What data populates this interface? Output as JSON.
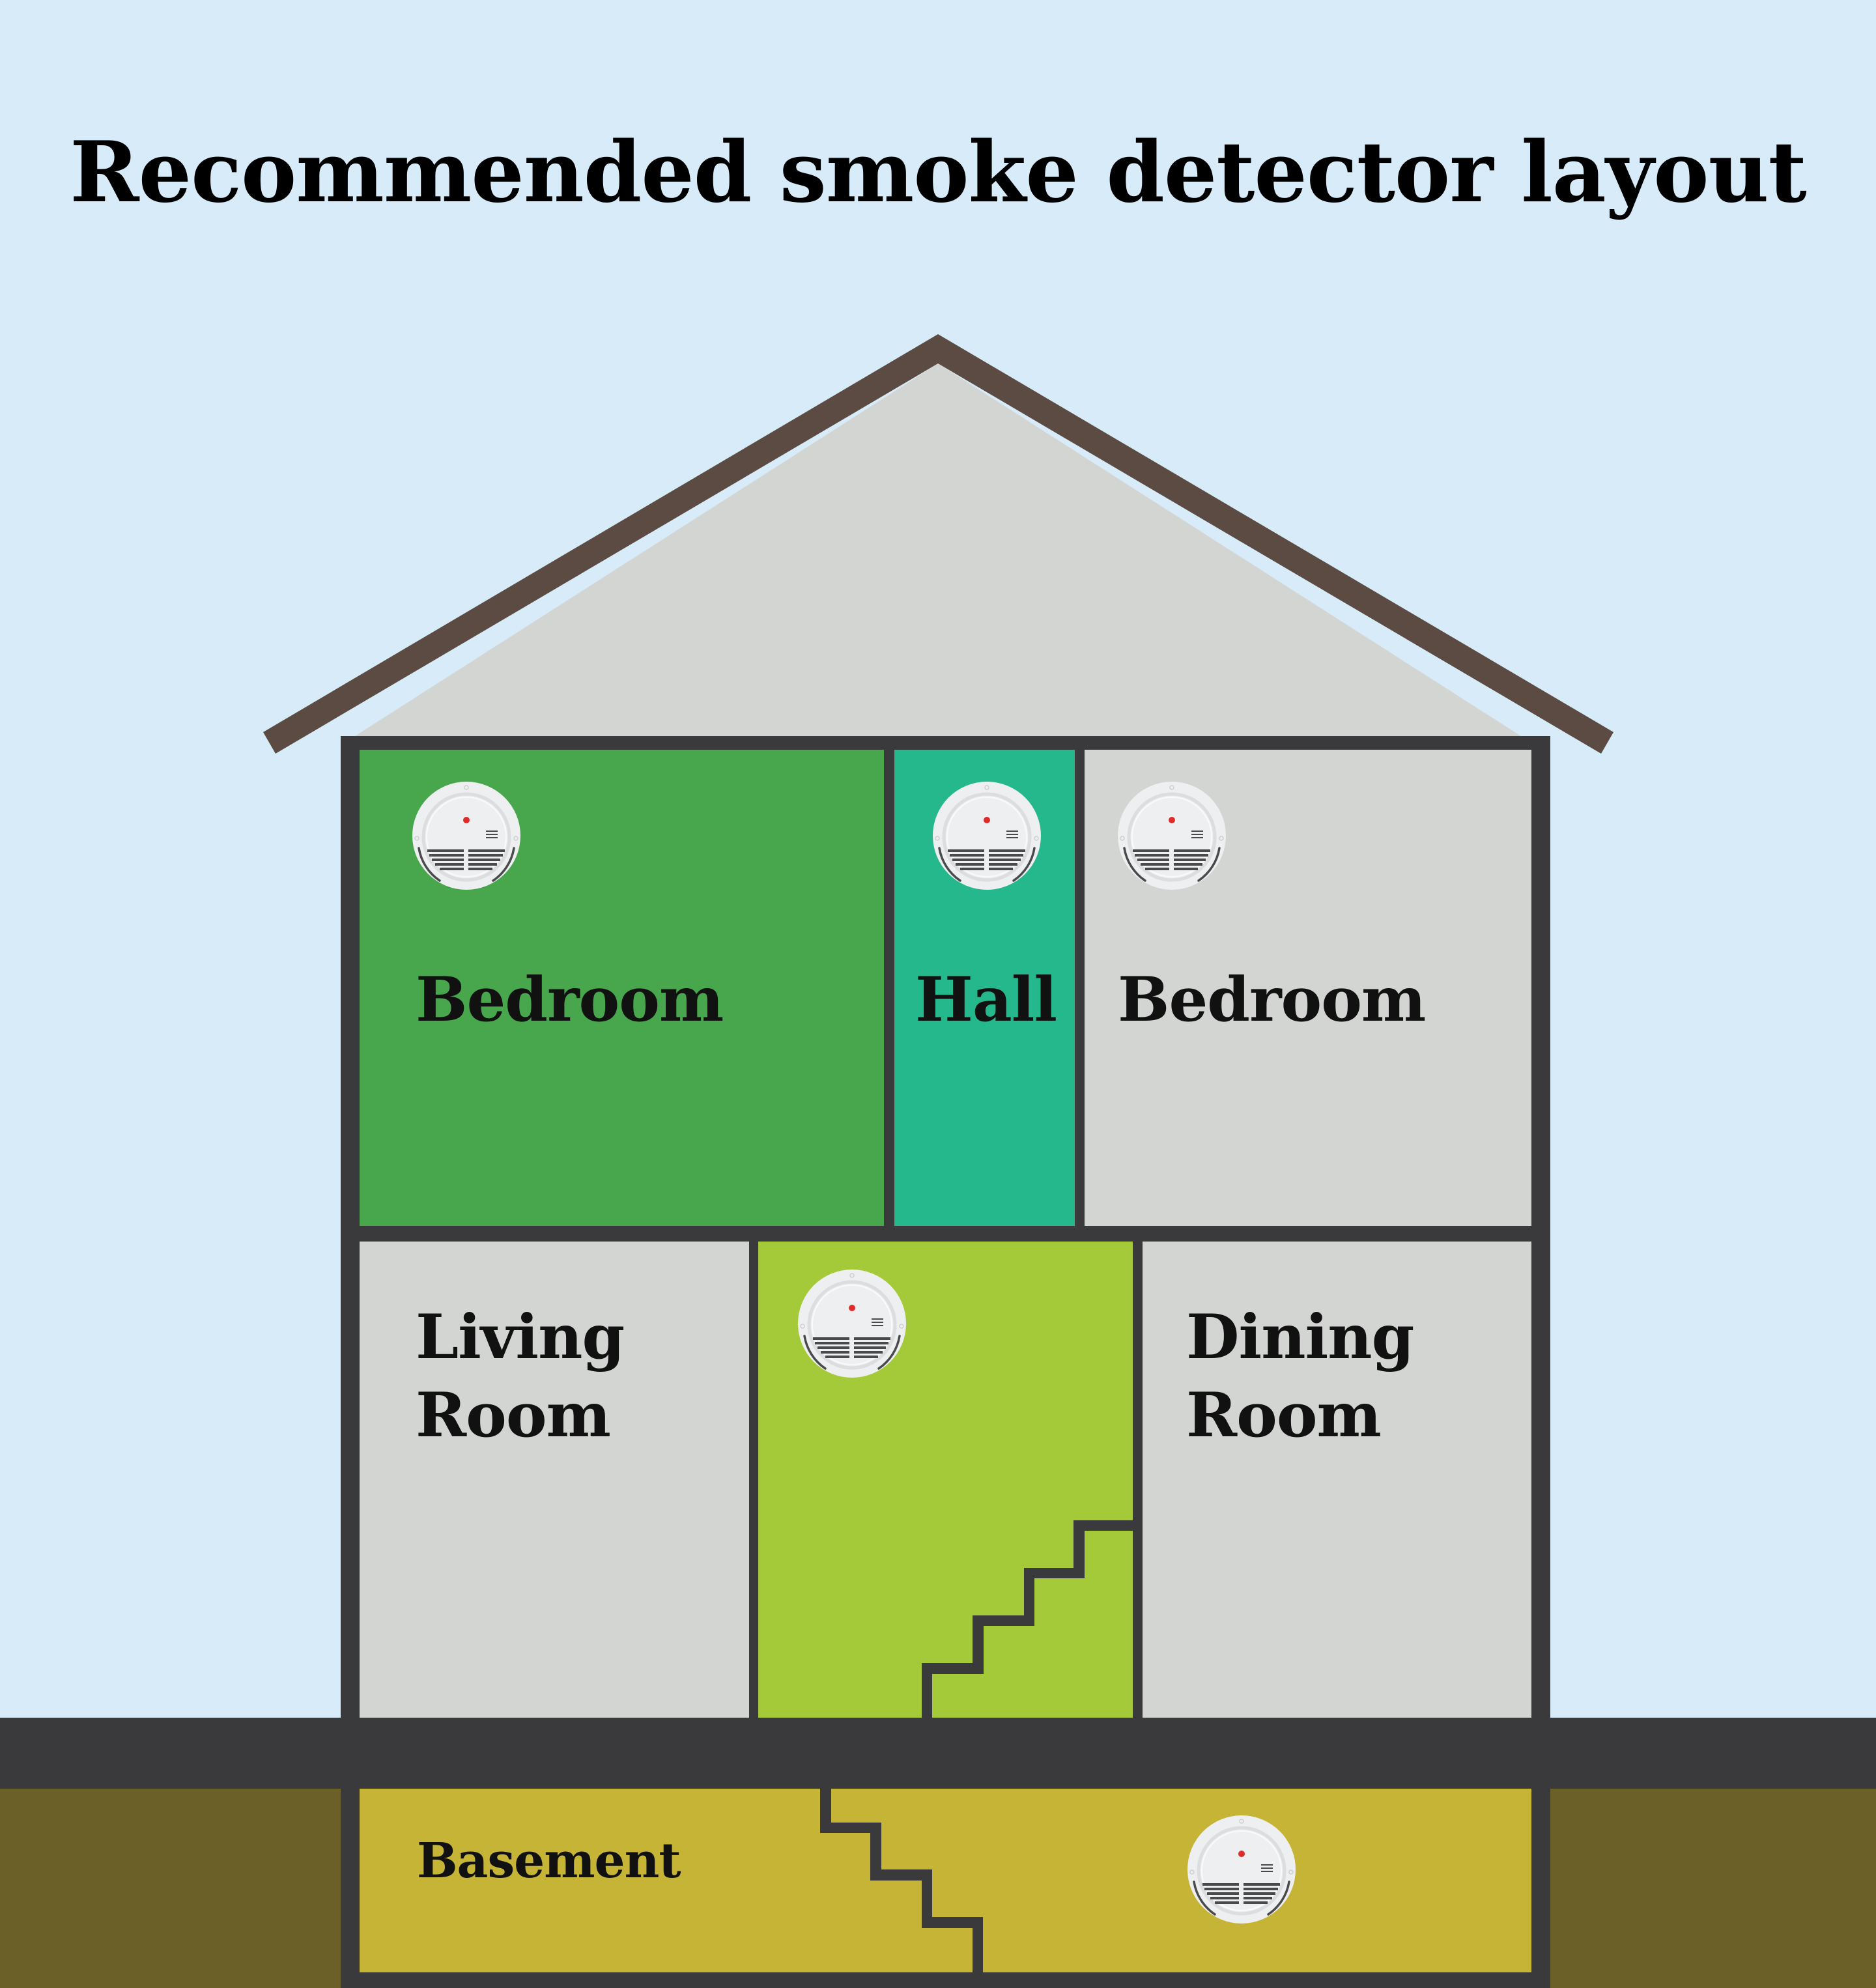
{
  "title": "Recommended smoke detector layout",
  "colors": {
    "sky": "#D7ECF8",
    "roof_fill": "#D3D5D2",
    "roof_trim": "#5B4B43",
    "wall": "#3A3A3C",
    "room_neutral": "#D3D5D2",
    "bedroom_highlight": "#48A74C",
    "hall_highlight": "#25B88C",
    "stairwell_highlight": "#A5CA39",
    "basement": "#C5B435",
    "soil": "#6B6128",
    "detector_body": "#EEEFF0",
    "detector_led": "#E02B2B",
    "detector_grille": "#4A4A4C"
  },
  "rooms": [
    {
      "id": "bedroom-left",
      "label": "Bedroom",
      "floor": "upper",
      "has_detector": true,
      "highlighted": true
    },
    {
      "id": "hall",
      "label": "Hall",
      "floor": "upper",
      "has_detector": true,
      "highlighted": true
    },
    {
      "id": "bedroom-right",
      "label": "Bedroom",
      "floor": "upper",
      "has_detector": true,
      "highlighted": false
    },
    {
      "id": "living-room",
      "label": "Living\nRoom",
      "floor": "main",
      "has_detector": false,
      "highlighted": false
    },
    {
      "id": "stairwell",
      "label": "",
      "floor": "main",
      "has_detector": true,
      "highlighted": true
    },
    {
      "id": "dining-room",
      "label": "Dining\nRoom",
      "floor": "main",
      "has_detector": false,
      "highlighted": false
    },
    {
      "id": "basement",
      "label": "Basement",
      "floor": "basement",
      "has_detector": true,
      "highlighted": true
    }
  ],
  "detectors": [
    {
      "room": "bedroom-left",
      "icon": "smoke-detector-icon"
    },
    {
      "room": "hall",
      "icon": "smoke-detector-icon"
    },
    {
      "room": "bedroom-right",
      "icon": "smoke-detector-icon"
    },
    {
      "room": "stairwell",
      "icon": "smoke-detector-icon"
    },
    {
      "room": "basement",
      "icon": "smoke-detector-icon"
    }
  ]
}
